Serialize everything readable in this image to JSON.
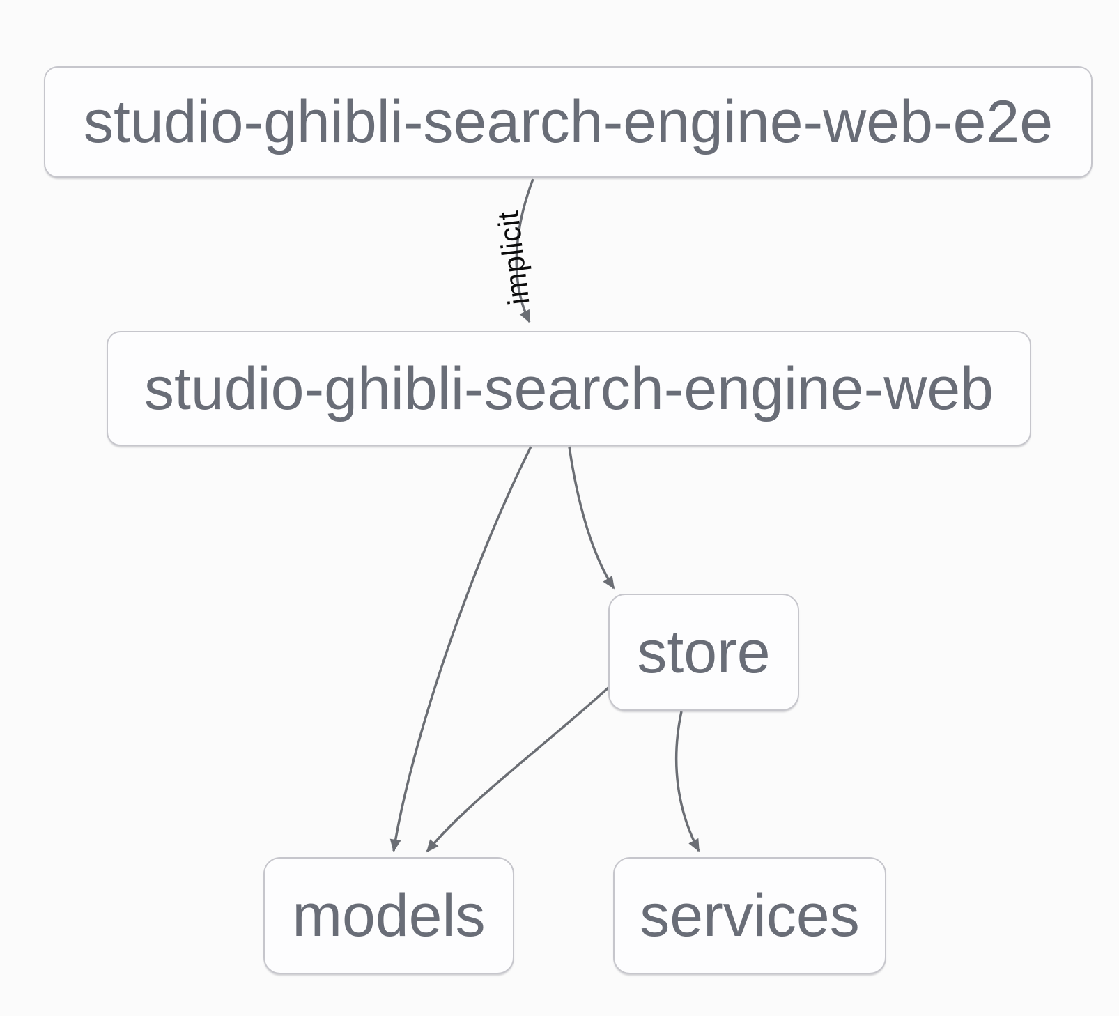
{
  "diagram": {
    "type": "dependency-graph",
    "nodes": [
      {
        "id": "studio-ghibli-search-engine-web-e2e",
        "label": "studio-ghibli-search-engine-web-e2e"
      },
      {
        "id": "studio-ghibli-search-engine-web",
        "label": "studio-ghibli-search-engine-web"
      },
      {
        "id": "store",
        "label": "store"
      },
      {
        "id": "models",
        "label": "models"
      },
      {
        "id": "services",
        "label": "services"
      }
    ],
    "edges": [
      {
        "from": "studio-ghibli-search-engine-web-e2e",
        "to": "studio-ghibli-search-engine-web",
        "label": "implicit"
      },
      {
        "from": "studio-ghibli-search-engine-web",
        "to": "models",
        "label": ""
      },
      {
        "from": "studio-ghibli-search-engine-web",
        "to": "store",
        "label": ""
      },
      {
        "from": "store",
        "to": "models",
        "label": ""
      },
      {
        "from": "store",
        "to": "services",
        "label": ""
      }
    ],
    "colors": {
      "background": "#fbfbfb",
      "node_fill": "#fdfdfe",
      "node_border": "#c6c6cc",
      "node_text": "#696d77",
      "edge_stroke": "#6b6e74",
      "edge_label_text": "#0b0b0b"
    }
  }
}
